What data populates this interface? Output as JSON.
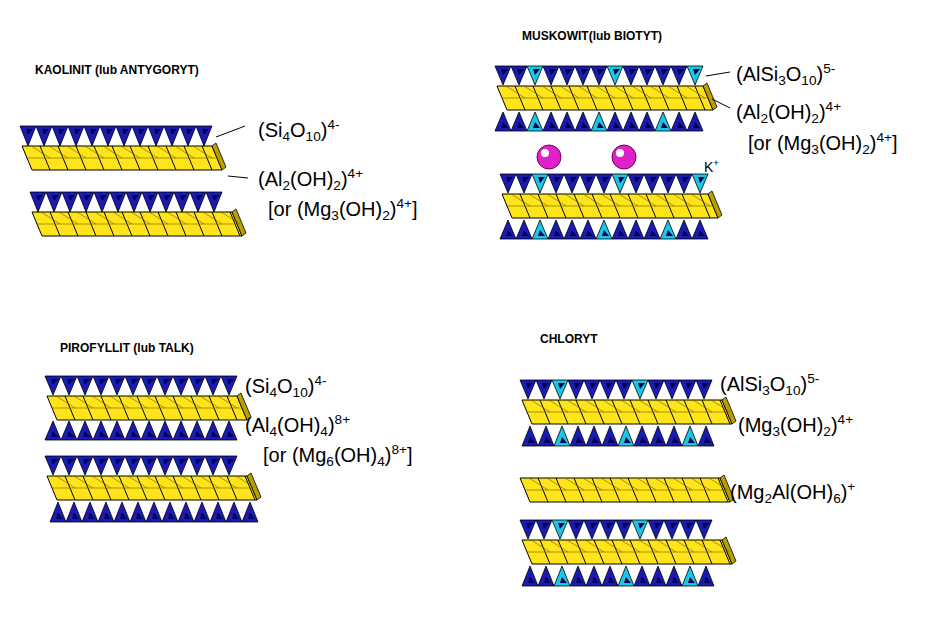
{
  "diagram": {
    "labels": [
      "KAOLINIT (lub ANTYGORYT)",
      "MUSKOWIT(lub BIOTYT)",
      "(Si4O10)4-",
      "(Al2(OH)2)4+",
      "[or (Mg3(OH)2)4+]",
      "(AlSi3O10)5-",
      "(Al2(OH)2)4+",
      "[or (Mg3(OH)2)4+]",
      "K+",
      "PIROFYLLIT (lub TALK)",
      "(Si4O10)4-",
      "(Al4(OH)4)8+",
      "[or (Mg6(OH)4)8+]",
      "CHLORYT",
      "(AlSi3O10)5-",
      "(Mg3(OH)2)4+",
      "(Mg2Al(OH)6)+"
    ]
  }
}
